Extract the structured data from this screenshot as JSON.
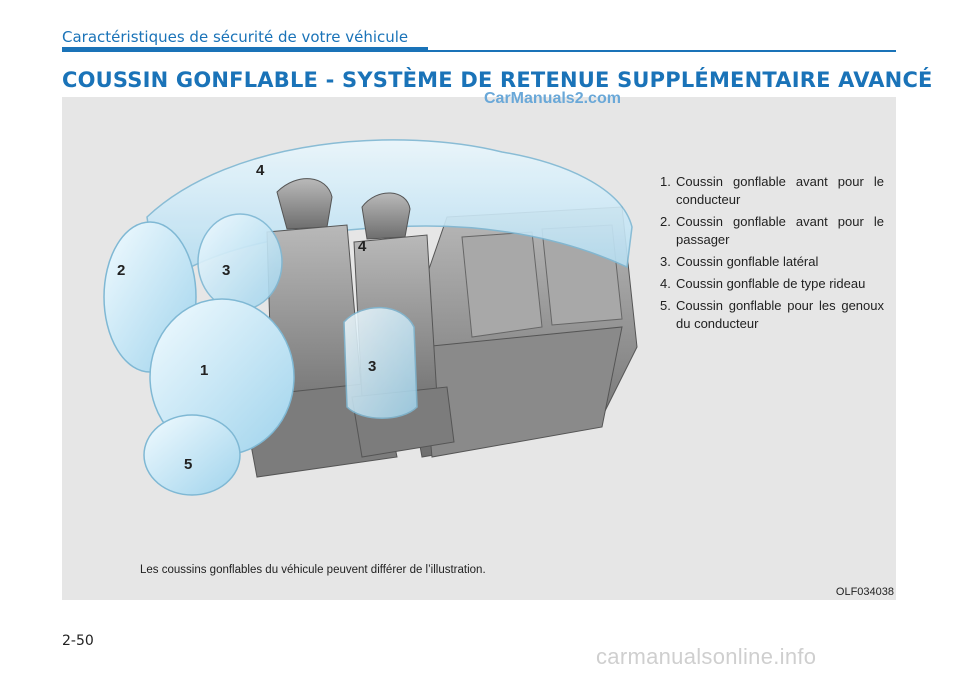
{
  "header": {
    "running_title": "Caractéristiques de sécurité de votre véhicule"
  },
  "section": {
    "title": "COUSSIN GONFLABLE - SYSTÈME DE RETENUE SUPPLÉMENTAIRE AVANCÉ"
  },
  "watermarks": {
    "top": "CarManuals2.com",
    "bottom": "carmanualsonline.info"
  },
  "figure": {
    "callouts": [
      "1",
      "2",
      "3",
      "3",
      "4",
      "4",
      "5"
    ],
    "legend": [
      {
        "num": "1.",
        "text": "Coussin gonflable avant pour le conducteur"
      },
      {
        "num": "2.",
        "text": "Coussin gonflable avant pour le passager"
      },
      {
        "num": "3.",
        "text": "Coussin gonflable latéral"
      },
      {
        "num": "4.",
        "text": "Coussin gonflable de type rideau"
      },
      {
        "num": "5.",
        "text": "Coussin gonflable pour les genoux du conducteur"
      }
    ],
    "caption": "Les coussins gonflables du véhicule peuvent différer de l’illustration.",
    "code": "OLF034038"
  },
  "page": {
    "number": "2-50"
  }
}
